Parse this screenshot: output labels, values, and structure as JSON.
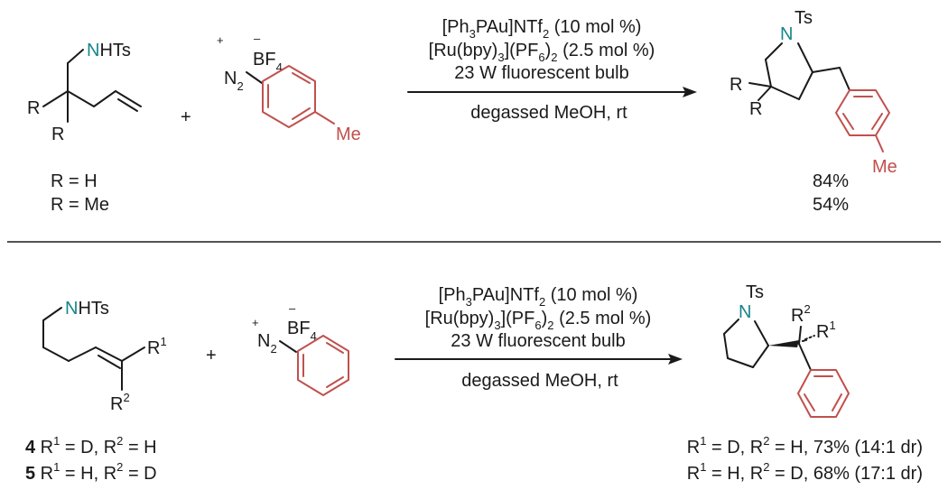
{
  "colors": {
    "nitrogen": "#17858a",
    "aryl": "#c0504d",
    "ink": "#1a1a1a"
  },
  "labels": {
    "NHTs": "NHTs",
    "N": "N",
    "HTs": "HTs",
    "Ts": "Ts",
    "R": "R",
    "plus": "+",
    "N2_plus": "+",
    "N2": "N",
    "N2_sub": "2",
    "BF4_minus": "–",
    "BF": "BF",
    "BF_sub": "4",
    "Me": "Me"
  },
  "scheme1": {
    "conditions": {
      "line1": "[Ph3PAu]NTf2 (10 mol %)",
      "line2": "[Ru(bpy)3](PF6)2 (2.5 mol %)",
      "line3": "23 W fluorescent bulb",
      "line4": "degassed MeOH, rt"
    },
    "substrates": [
      "R = H",
      "R = Me"
    ],
    "yields": [
      "84%",
      "54%"
    ]
  },
  "scheme2": {
    "conditions": {
      "line1": "[Ph3PAu]NTf2 (10 mol %)",
      "line2": "[Ru(bpy)3](PF6)2 (2.5 mol %)",
      "line3": "23 W fluorescent bulb",
      "line4": "degassed MeOH, rt"
    },
    "substrates": [
      {
        "num": "4",
        "text": "R1 = D, R2 = H"
      },
      {
        "num": "5",
        "text": "R1 = H, R2 = D"
      }
    ],
    "results": [
      "R1 = D, R2 = H, 73% (14:1 dr)",
      "R1 = H, R2 = D, 68% (17:1 dr)"
    ],
    "sup": {
      "one": "1",
      "two": "2"
    }
  }
}
